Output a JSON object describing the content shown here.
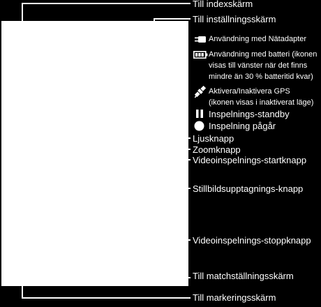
{
  "labels": {
    "index_screen": "Till indexskärm",
    "settings_screen": "Till inställningsskärm",
    "ac_adapter": "Användning med Nätadapter",
    "battery_line1": "Användning med batteri (ikonen",
    "battery_line2": "visas till vänster när det finns",
    "battery_line3": "mindre än 30 % batteritid kvar)",
    "gps_line1": "Aktivera/Inaktivera GPS",
    "gps_line2": "(ikonen visas i inaktiverat läge)",
    "rec_standby": "Inspelnings-standby",
    "recording": "Inspelning pågår",
    "light_button": "Ljusknapp",
    "zoom_button": "Zoomknapp",
    "video_start": "Videoinspelnings-startknapp",
    "still_capture": "Stillbildsupptagnings-knapp",
    "video_stop": "Videoinspelnings-stoppknapp",
    "match_settings": "Till matchställningsskärm",
    "marking_screen": "Till markeringsskärm"
  },
  "icons": [
    "plug-icon",
    "battery-icon",
    "satellite-icon",
    "pause-icon",
    "record-dot-icon"
  ],
  "colors": {
    "background": "#000000",
    "panel": "#ffffff",
    "text": "#ffffff"
  }
}
